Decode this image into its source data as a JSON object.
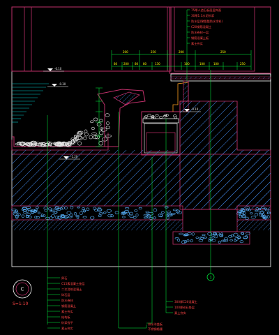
{
  "drawing": {
    "scale_label": "S=1:10",
    "detail_symbol": "C",
    "grid_bubble": "1"
  },
  "dimensions": {
    "row1": [
      "200",
      "250",
      "200",
      "250"
    ],
    "row2": [
      "80",
      "200",
      "80",
      "80",
      "130",
      "100",
      "100",
      "100",
      "250"
    ]
  },
  "elevations": [
    "-0.10",
    "-0.30",
    "-0.10",
    "-1.20"
  ],
  "callouts_top": [
    "75厚人造石板面层饰面",
    "30厚1:3水泥砂浆",
    "防水层(聚氨酯防水涂料)",
    "C20钢筋混凝土",
    "防水卷材一层",
    "钢筋混凝土板",
    "素土夯实"
  ],
  "callouts_left": [
    "卵石",
    "C15素混凝土垫层",
    "二次浇筑混凝土",
    "碎石层",
    "防水卷材",
    "钢筋混凝土",
    "素土夯实",
    "结构板",
    "砂浆找平",
    "素土夯实"
  ],
  "callouts_bottom_mid": [
    "排水沟盖板",
    "不锈钢格栅"
  ],
  "callouts_bottom_right": [
    "300厚C20混凝土",
    "100厚碎石垫层",
    "素土夯实"
  ]
}
